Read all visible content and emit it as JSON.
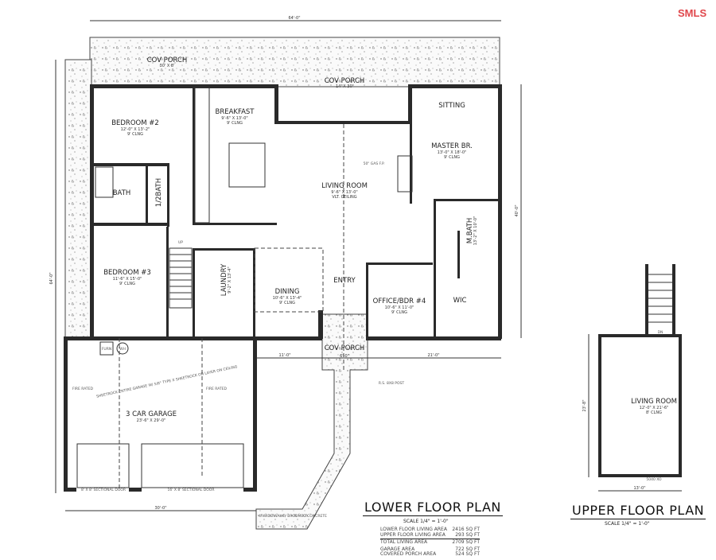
{
  "logo": {
    "text": "SMLS",
    "color": "#e0474c"
  },
  "lower_plan": {
    "title": "LOWER FLOOR PLAN",
    "scale": "SCALE 1/4\" = 1'-0\"",
    "areas": [
      {
        "label": "LOWER FLOOR LIVING AREA",
        "value": "2416 SQ FT"
      },
      {
        "label": "UPPER FLOOR LIVING AREA",
        "value": "293 SQ FT"
      },
      {
        "label": "TOTAL LIVING AREA",
        "value": "2709 SQ FT"
      },
      {
        "label": "GARAGE AREA",
        "value": "722 SQ FT"
      },
      {
        "label": "COVERED PORCH AREA",
        "value": "524 SQ FT"
      }
    ],
    "rooms": {
      "bedroom2": {
        "name": "BEDROOM #2",
        "size": "12'-0\" X 13'-2\"",
        "ceiling": "9' CLNG"
      },
      "breakfast": {
        "name": "BREAKFAST",
        "size": "9'-6\" X 13'-0\"",
        "ceiling": "9' CLNG"
      },
      "living": {
        "name": "LIVING ROOM",
        "size": "9'-6\" X 13'-0\"",
        "ceiling": "VLT. CEILING"
      },
      "sitting": {
        "name": "SITTING"
      },
      "master": {
        "name": "MASTER BR.",
        "size": "13'-0\" X 18'-0\"",
        "ceiling": "9' CLNG"
      },
      "bath": {
        "name": "BATH"
      },
      "half_bath": {
        "name": "1/2BATH"
      },
      "bedroom3": {
        "name": "BEDROOM #3",
        "size": "11'-6\" X 15'-0\"",
        "ceiling": "9' CLNG"
      },
      "laundry": {
        "name": "LAUNDRY",
        "size": "9'-2\" X 13'-4\""
      },
      "dining": {
        "name": "DINING",
        "size": "10'-6\" X 13'-4\"",
        "ceiling": "9' CLNG"
      },
      "entry": {
        "name": "ENTRY"
      },
      "office": {
        "name": "OFFICE/BDR #4",
        "size": "10'-6\" X 11'-0\"",
        "ceiling": "9' CLNG"
      },
      "mbath": {
        "name": "M.BATH",
        "size": "13'-2\" X 10'-0\""
      },
      "wic": {
        "name": "WIC"
      },
      "garage": {
        "name": "3 CAR GARAGE",
        "size": "23'-6\" X 29'-0\""
      },
      "porch_left": {
        "name": "COV PORCH",
        "size": "30' X 8'"
      },
      "porch_center": {
        "name": "COV PORCH",
        "size": "14' X 30'"
      },
      "porch_entry": {
        "name": "COV PORCH",
        "size": "6'-0\""
      }
    },
    "dimensions": {
      "top": "64'-0\"",
      "left": "64'-0\"",
      "right": "40'-0\"",
      "bottom": "30'-0\"",
      "mid_left": "11'-0\"",
      "mid_right": "21'-0\""
    },
    "notes": {
      "fireplace": "50\" GAS F.P.",
      "post": "R.S. 8X8 POST",
      "walk": "4' WIDE WALK / BROOMED CONCRETE",
      "door_left": "8' X 8' SECTIONAL DOOR",
      "door_right": "16' X 8' SECTIONAL DOOR",
      "fire_rated": "FIRE RATED",
      "sheetrock": "SHEETROCK ENTIRE GARAGE W/ 5/8\" TYPE X SHEETROCK ON LAYER ON CEILING",
      "furn": "FURN",
      "wh": "WH",
      "stair_up": "UP",
      "window": "5040 XO"
    }
  },
  "upper_plan": {
    "title": "UPPER FLOOR PLAN",
    "scale": "SCALE 1/4\" = 1'-0\"",
    "room": {
      "name": "LIVING ROOM",
      "size": "12'-0\" X 21'-6\"",
      "ceiling": "8' CLNG"
    },
    "dimensions": {
      "bottom": "13'-0\"",
      "side": "23'-8\""
    },
    "stair": "DN"
  }
}
